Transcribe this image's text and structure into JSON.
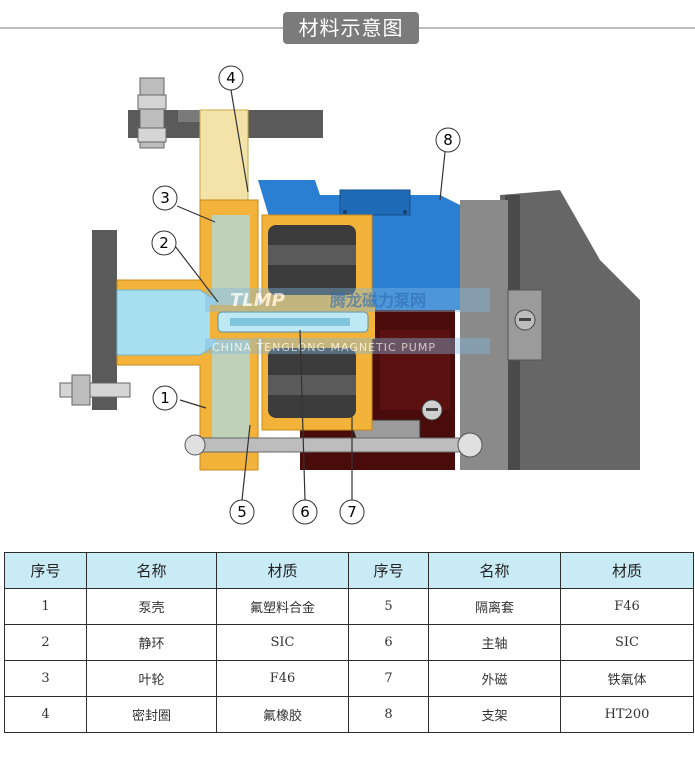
{
  "header": {
    "title": "材料示意图"
  },
  "watermark": {
    "logo": "TLMP",
    "cn": "腾龙磁力泵网",
    "en": "CHINA TENGLONG MAGNETIC PUMP"
  },
  "callouts": [
    "1",
    "2",
    "3",
    "4",
    "5",
    "6",
    "7",
    "8"
  ],
  "colors": {
    "impeller_yellow": "#f3b33a",
    "shaft_blue": "#a8dff0",
    "motor_blue": "#2b7fd2",
    "bracket_maroon": "#4a0b0b",
    "housing_grey": "#6d6d6d",
    "inlet_cream": "#f3e3a8"
  },
  "table": {
    "headers": [
      "序号",
      "名称",
      "材质",
      "序号",
      "名称",
      "材质"
    ],
    "rows": [
      [
        "1",
        "泵壳",
        "氟塑料合金",
        "5",
        "隔离套",
        "F46"
      ],
      [
        "2",
        "静环",
        "SIC",
        "6",
        "主轴",
        "SIC"
      ],
      [
        "3",
        "叶轮",
        "F46",
        "7",
        "外磁",
        "铁氧体"
      ],
      [
        "4",
        "密封圈",
        "氟橡胶",
        "8",
        "支架",
        "HT200"
      ]
    ]
  }
}
